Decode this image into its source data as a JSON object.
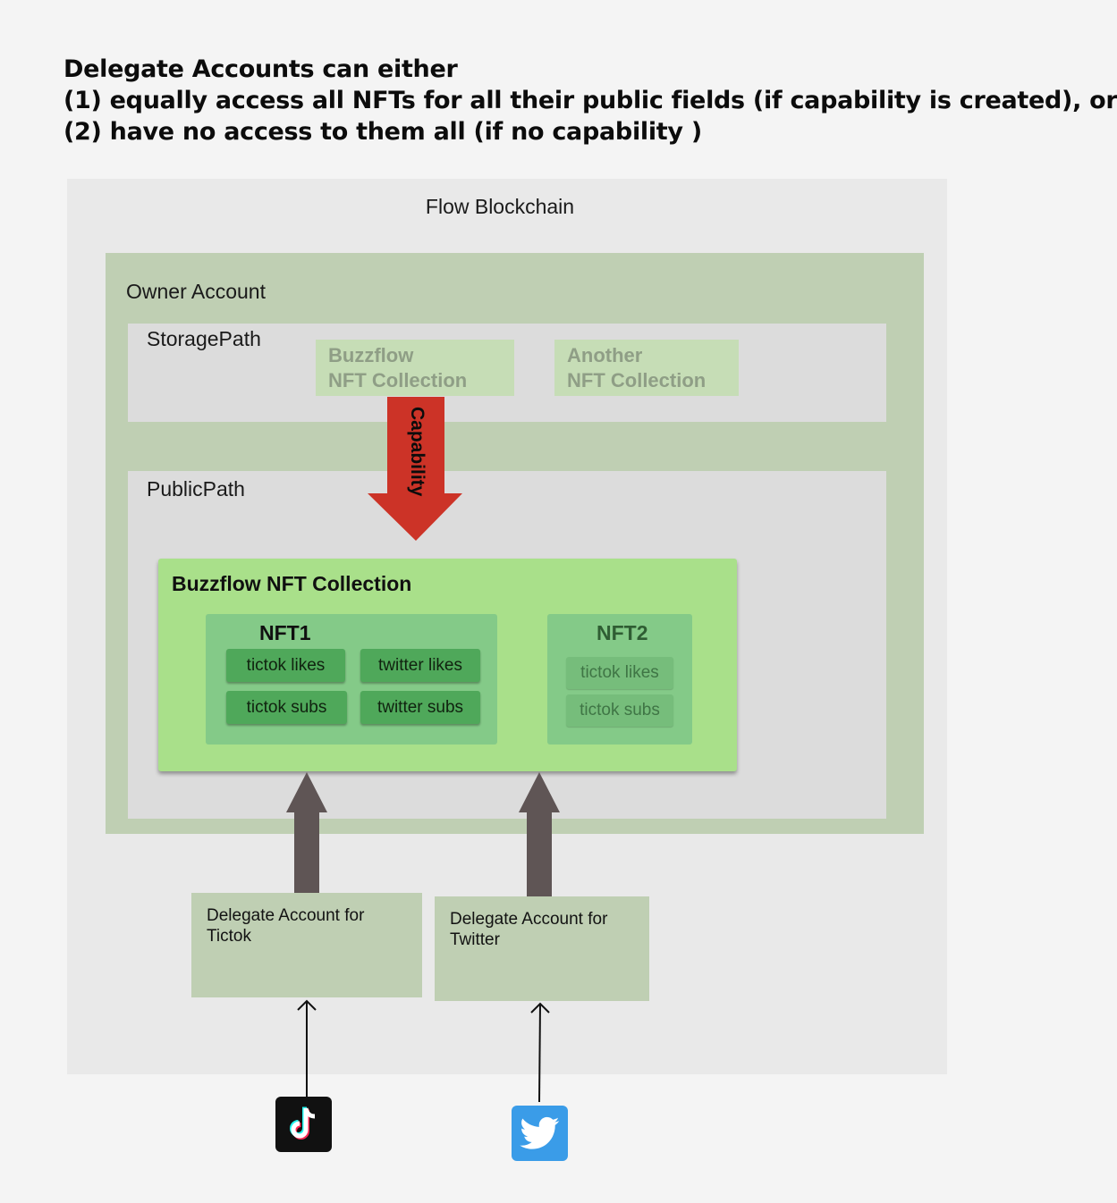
{
  "heading": {
    "line1": "Delegate Accounts can either",
    "line2": "(1) equally access all NFTs for all their public fields (if capability is created), or",
    "line3": "(2) have no access to them all (if no capability )"
  },
  "blockchain": {
    "title": "Flow Blockchain"
  },
  "owner_account": {
    "title": "Owner Account",
    "storage_path": {
      "label": "StoragePath",
      "collections": [
        {
          "line1": "Buzzflow",
          "line2": "NFT Collection"
        },
        {
          "line1": "Another",
          "line2": "NFT Collection"
        }
      ]
    },
    "capability_label": "Capability",
    "public_path": {
      "label": "PublicPath",
      "collection": {
        "title": "Buzzflow NFT Collection",
        "nfts": [
          {
            "name": "NFT1",
            "fields": [
              "tictok likes",
              "twitter likes",
              "tictok subs",
              "twitter subs"
            ]
          },
          {
            "name": "NFT2",
            "fields": [
              "tictok likes",
              "tictok subs"
            ]
          }
        ]
      }
    }
  },
  "delegates": [
    {
      "line1": "Delegate Account for",
      "line2": "Tictok"
    },
    {
      "line1": "Delegate Account for",
      "line2": "Twitter"
    }
  ],
  "colors": {
    "capability_arrow": "#cc3327",
    "access_arrow": "#5f5555",
    "tiktok_bg": "#111111",
    "twitter_bg": "#3a9ce8"
  },
  "icons": [
    "tiktok-icon",
    "twitter-icon"
  ]
}
